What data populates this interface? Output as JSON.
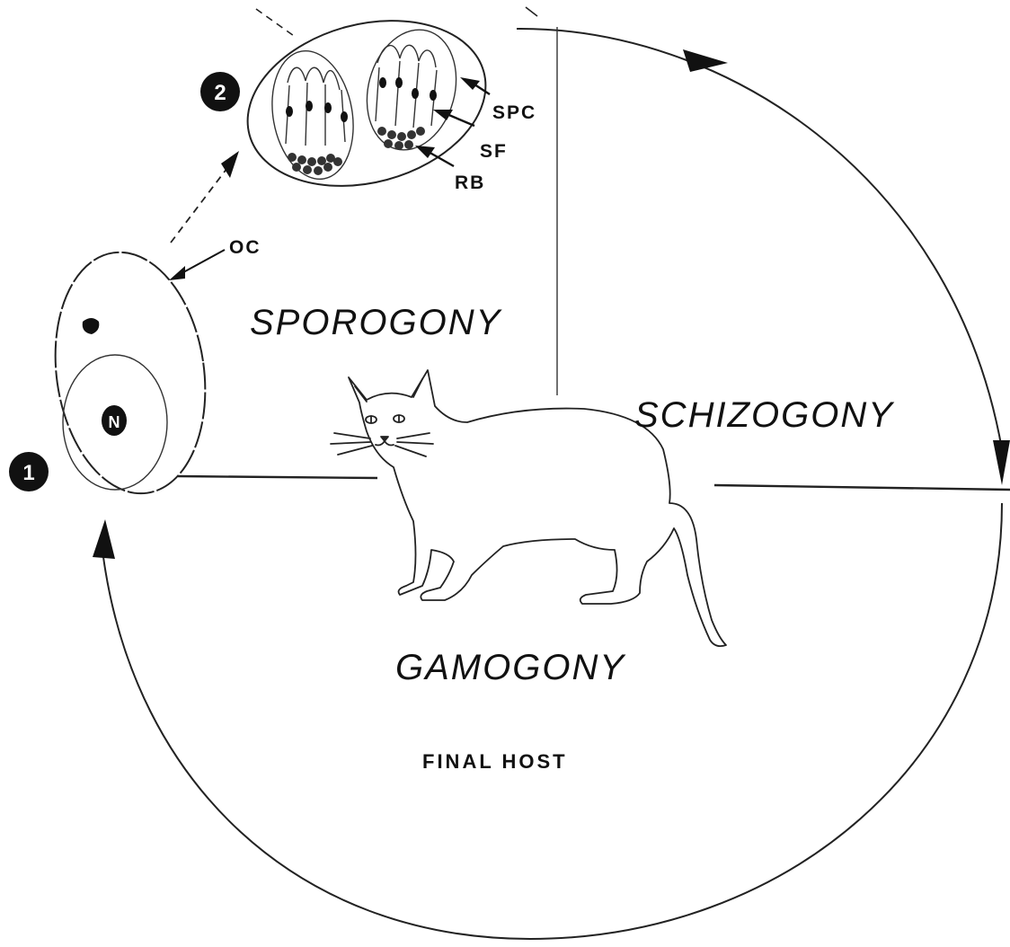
{
  "phases": {
    "sporogony": "SPOROGONY",
    "schizogony": "SCHIZOGONY",
    "gamogony": "GAMOGONY"
  },
  "host_label": "FINAL HOST",
  "stage_markers": {
    "stage_1": "1",
    "stage_2": "2"
  },
  "structure_labels": {
    "oc": "OC",
    "nucleus": "N",
    "spc": "SPC",
    "sf": "SF",
    "rb": "RB"
  },
  "colors": {
    "ink": "#111111",
    "background": "#ffffff"
  }
}
